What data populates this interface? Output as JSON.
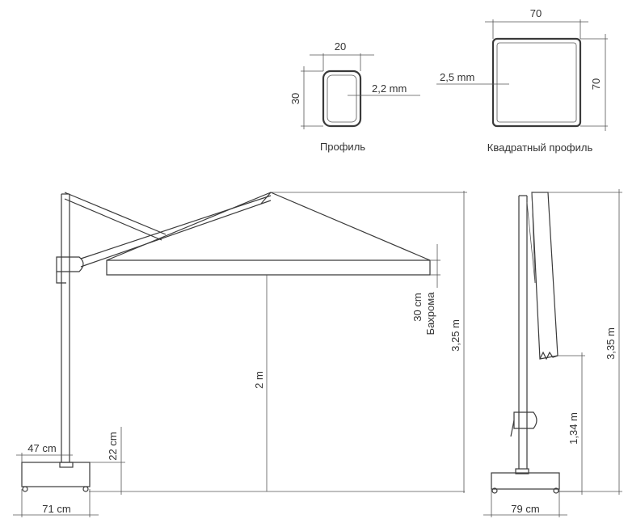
{
  "profile": {
    "caption": "Профиль",
    "width_label": "20",
    "height_label": "30",
    "wall_label": "2,2 mm"
  },
  "square_profile": {
    "caption": "Квадратный профиль",
    "width_label": "70",
    "height_label": "70",
    "wall_label": "2,5 mm"
  },
  "front_view": {
    "height_label": "3,25 m",
    "clearance_label": "2 m",
    "fringe_size_label": "30 cm",
    "fringe_word": "Бахрома",
    "base_offset_label": "47 cm",
    "base_height_label": "22 cm",
    "base_width_label": "71 cm"
  },
  "side_view": {
    "height_label": "3,35 m",
    "folded_clearance_label": "1,34 m",
    "base_width_label": "79 cm"
  }
}
